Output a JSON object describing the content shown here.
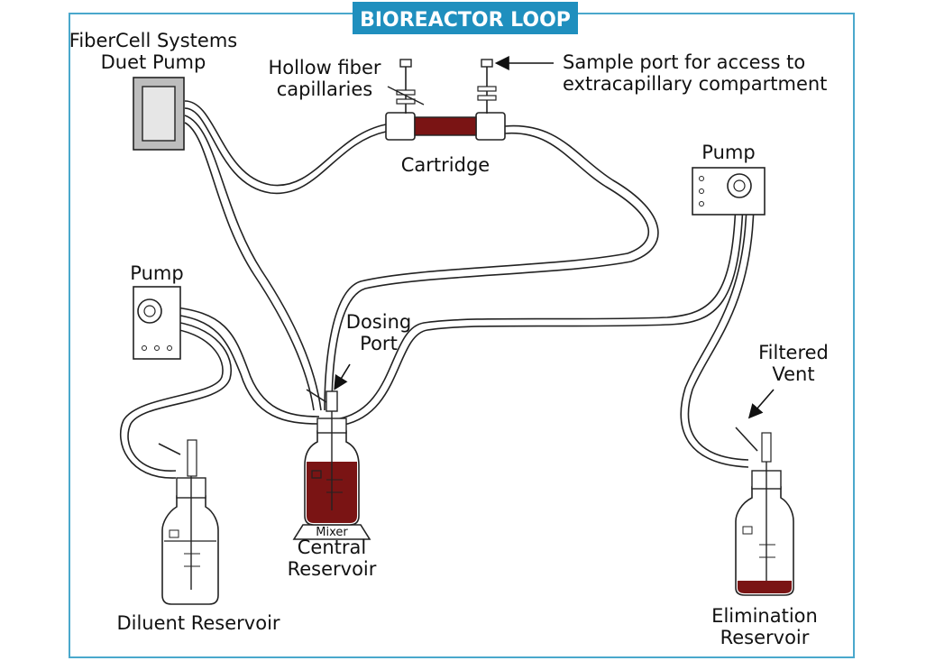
{
  "title": "BIOREACTOR LOOP",
  "colors": {
    "frame": "#4aa8cc",
    "title_bg": "#1f8fbe",
    "title_text": "#ffffff",
    "media": "#7a1414",
    "line": "#222222",
    "pump_body": "#bdbdbd"
  },
  "labels": {
    "duet_pump": [
      "FiberCell Systems",
      "Duet Pump"
    ],
    "hollow_fiber": [
      "Hollow fiber",
      "capillaries"
    ],
    "sample_port": [
      "Sample port for access to",
      "extracapillary compartment"
    ],
    "cartridge": "Cartridge",
    "pump_right": "Pump",
    "pump_left": "Pump",
    "dosing_port": [
      "Dosing",
      "Port"
    ],
    "filtered_vent": [
      "Filtered",
      "Vent"
    ],
    "mixer": "Mixer",
    "central_reservoir": [
      "Central",
      "Reservoir"
    ],
    "diluent_reservoir": "Diluent Reservoir",
    "elimination_reservoir": [
      "Elimination",
      "Reservoir"
    ]
  }
}
